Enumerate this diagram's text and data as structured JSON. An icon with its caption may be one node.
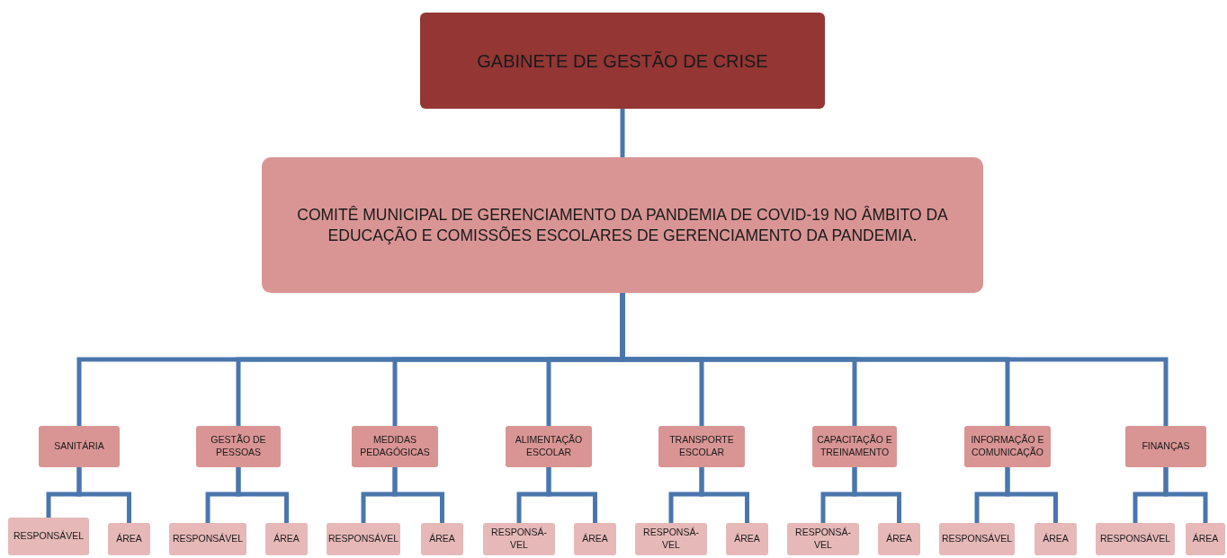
{
  "diagram": {
    "nodes": [
      {
        "text": [
          "GABINETE DE GESTÃO DE CRISE"
        ]
      },
      {
        "text": [
          "COMITÊ MUNICIPAL DE GERENCIAMENTO DA PANDEMIA DE COVID-19 NO ÂMBITO DA EDUCAÇÃO E COMISSÕES ESCOLARES DE GERENCIAMENTO DA PANDEMIA."
        ]
      },
      {
        "text": [
          "SANITÁRIA"
        ]
      },
      {
        "text": [
          "GESTÃO DE PESSOAS"
        ]
      },
      {
        "text": [
          "MEDIDAS PEDAGÓGICAS"
        ]
      },
      {
        "text": [
          "ALIMENTAÇÃO ESCOLAR"
        ]
      },
      {
        "text": [
          "TRANSPORTE ESCOLAR"
        ]
      },
      {
        "text": [
          "CAPACITAÇÃO E TREINAMENTO"
        ]
      },
      {
        "text": [
          "INFORMAÇÃO E COMUNICAÇÃO"
        ]
      },
      {
        "text": [
          "FINANÇAS"
        ]
      },
      {
        "text": [
          "RESPONSÁVEL"
        ]
      },
      {
        "text": [
          "ÁREA"
        ]
      },
      {
        "text": [
          "RESPONSÁVEL"
        ]
      },
      {
        "text": [
          "ÁREA"
        ]
      },
      {
        "text": [
          "RESPONSÁVEL"
        ]
      },
      {
        "text": [
          "ÁREA"
        ]
      },
      {
        "text": [
          "RESPONSÁ- VEL"
        ]
      },
      {
        "text": [
          "ÁREA"
        ]
      },
      {
        "text": [
          "RESPONSÁ- VEL"
        ]
      },
      {
        "text": [
          "ÁREA"
        ]
      },
      {
        "text": [
          "RESPONSÁ- VEL"
        ]
      },
      {
        "text": [
          "ÁREA"
        ]
      },
      {
        "text": [
          "RESPONSÁVEL"
        ]
      },
      {
        "text": [
          "ÁREA"
        ]
      },
      {
        "text": [
          "RESPONSÁVEL"
        ]
      },
      {
        "text": [
          "ÁREA"
        ]
      }
    ],
    "edges": [
      {
        "from": 0,
        "to": 1,
        "arrow": "none"
      },
      {
        "from": 1,
        "to": 2,
        "arrow": "none"
      },
      {
        "from": 1,
        "to": 3,
        "arrow": "none"
      },
      {
        "from": 1,
        "to": 4,
        "arrow": "none"
      },
      {
        "from": 1,
        "to": 5,
        "arrow": "none"
      },
      {
        "from": 1,
        "to": 6,
        "arrow": "none"
      },
      {
        "from": 1,
        "to": 7,
        "arrow": "none"
      },
      {
        "from": 1,
        "to": 8,
        "arrow": "none"
      },
      {
        "from": 1,
        "to": 9,
        "arrow": "none"
      },
      {
        "from": 2,
        "to": 10,
        "arrow": "none"
      },
      {
        "from": 2,
        "to": 11,
        "arrow": "none"
      },
      {
        "from": 3,
        "to": 12,
        "arrow": "none"
      },
      {
        "from": 3,
        "to": 13,
        "arrow": "none"
      },
      {
        "from": 4,
        "to": 14,
        "arrow": "none"
      },
      {
        "from": 4,
        "to": 15,
        "arrow": "none"
      },
      {
        "from": 5,
        "to": 16,
        "arrow": "none"
      },
      {
        "from": 5,
        "to": 17,
        "arrow": "none"
      },
      {
        "from": 6,
        "to": 18,
        "arrow": "none"
      },
      {
        "from": 6,
        "to": 19,
        "arrow": "none"
      },
      {
        "from": 7,
        "to": 20,
        "arrow": "none"
      },
      {
        "from": 7,
        "to": 21,
        "arrow": "none"
      },
      {
        "from": 8,
        "to": 22,
        "arrow": "none"
      },
      {
        "from": 8,
        "to": 23,
        "arrow": "none"
      },
      {
        "from": 9,
        "to": 24,
        "arrow": "none"
      },
      {
        "from": 9,
        "to": 25,
        "arrow": "none"
      }
    ]
  }
}
